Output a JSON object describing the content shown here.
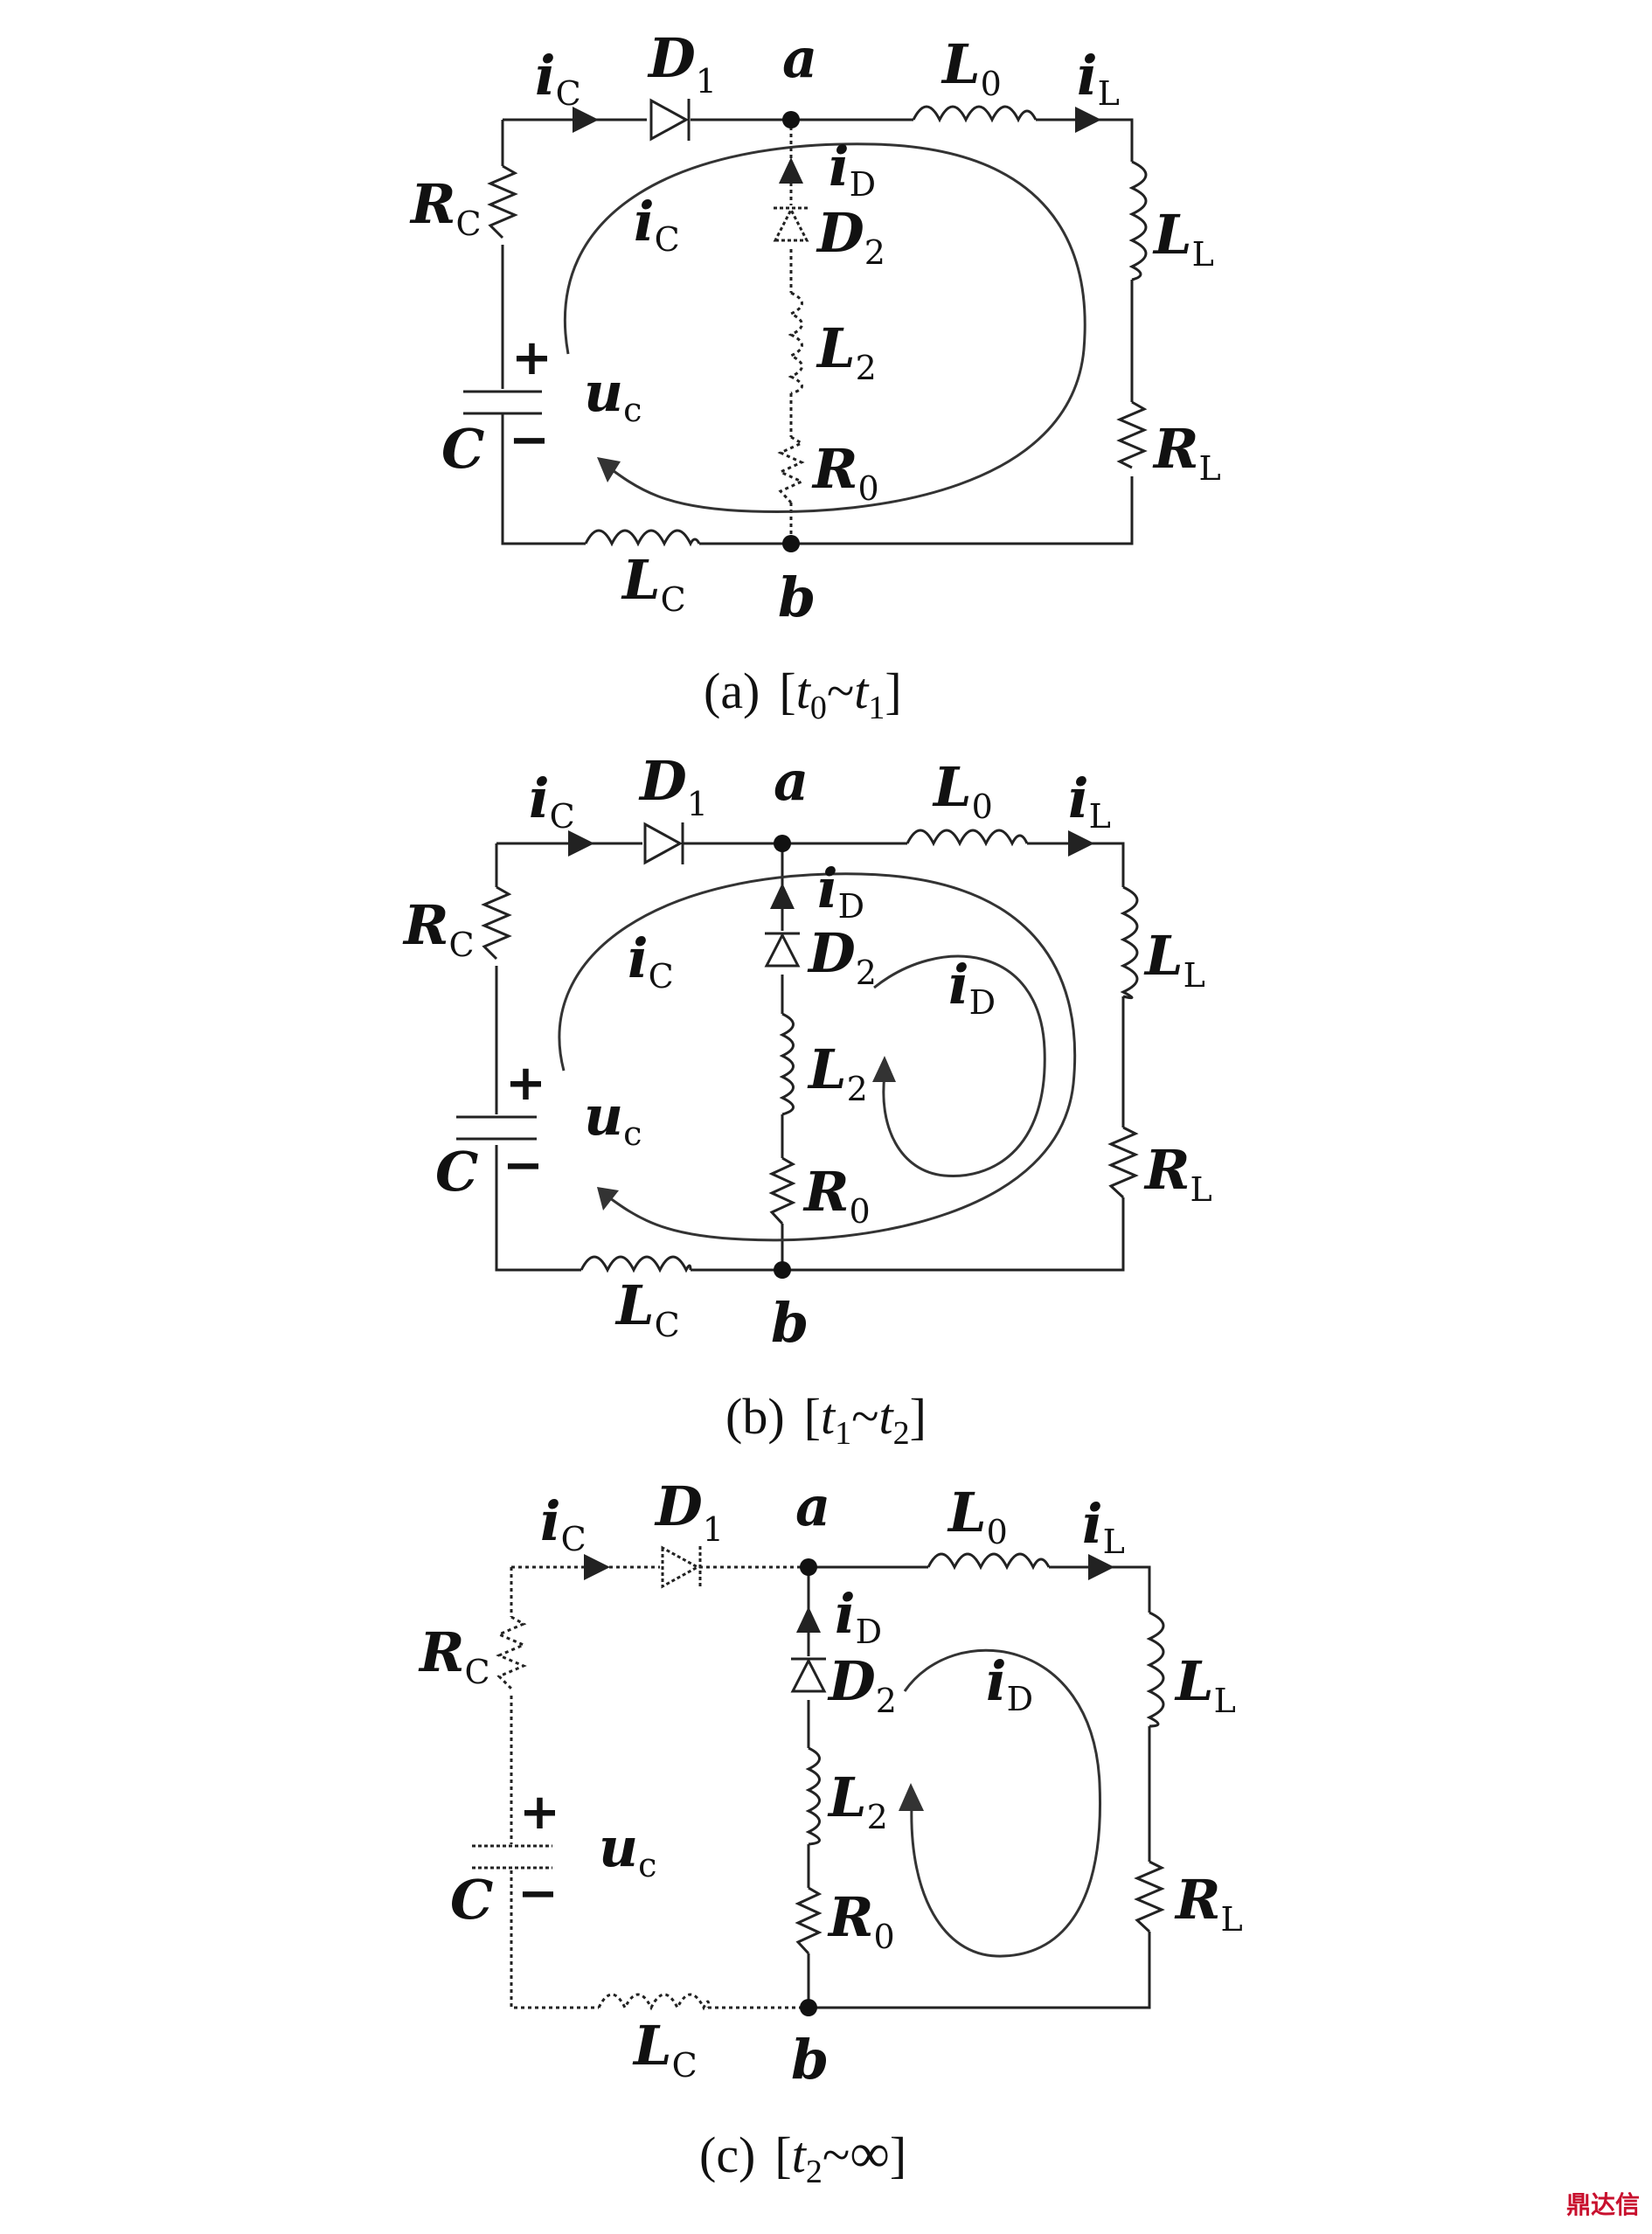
{
  "labels": {
    "i_C": "i",
    "i_C_sub": "C",
    "i_L": "i",
    "i_L_sub": "L",
    "i_D": "i",
    "i_D_sub": "D",
    "D1": "D",
    "D1_sub": "1",
    "D2": "D",
    "D2_sub": "2",
    "a": "a",
    "b": "b",
    "L0": "L",
    "L0_sub": "0",
    "LL": "L",
    "LL_sub": "L",
    "L2": "L",
    "L2_sub": "2",
    "LC": "L",
    "LC_sub": "C",
    "RC": "R",
    "RC_sub": "C",
    "RL": "R",
    "RL_sub": "L",
    "R0": "R",
    "R0_sub": "0",
    "C": "C",
    "u_c": "u",
    "u_c_sub": "c",
    "plus": "+",
    "minus": "−"
  },
  "panels": [
    {
      "id": "a",
      "caption_prefix": "(a)",
      "t_start": "t",
      "t_start_sub": "0",
      "sep": "~",
      "t_end": "t",
      "t_end_sub": "1"
    },
    {
      "id": "b",
      "caption_prefix": "(b)",
      "t_start": "t",
      "t_start_sub": "1",
      "sep": "~",
      "t_end": "t",
      "t_end_sub": "2"
    },
    {
      "id": "c",
      "caption_prefix": "(c)",
      "t_start": "t",
      "t_start_sub": "2",
      "sep": "~",
      "t_end": "∞"
    }
  ],
  "watermark": "鼎达信"
}
